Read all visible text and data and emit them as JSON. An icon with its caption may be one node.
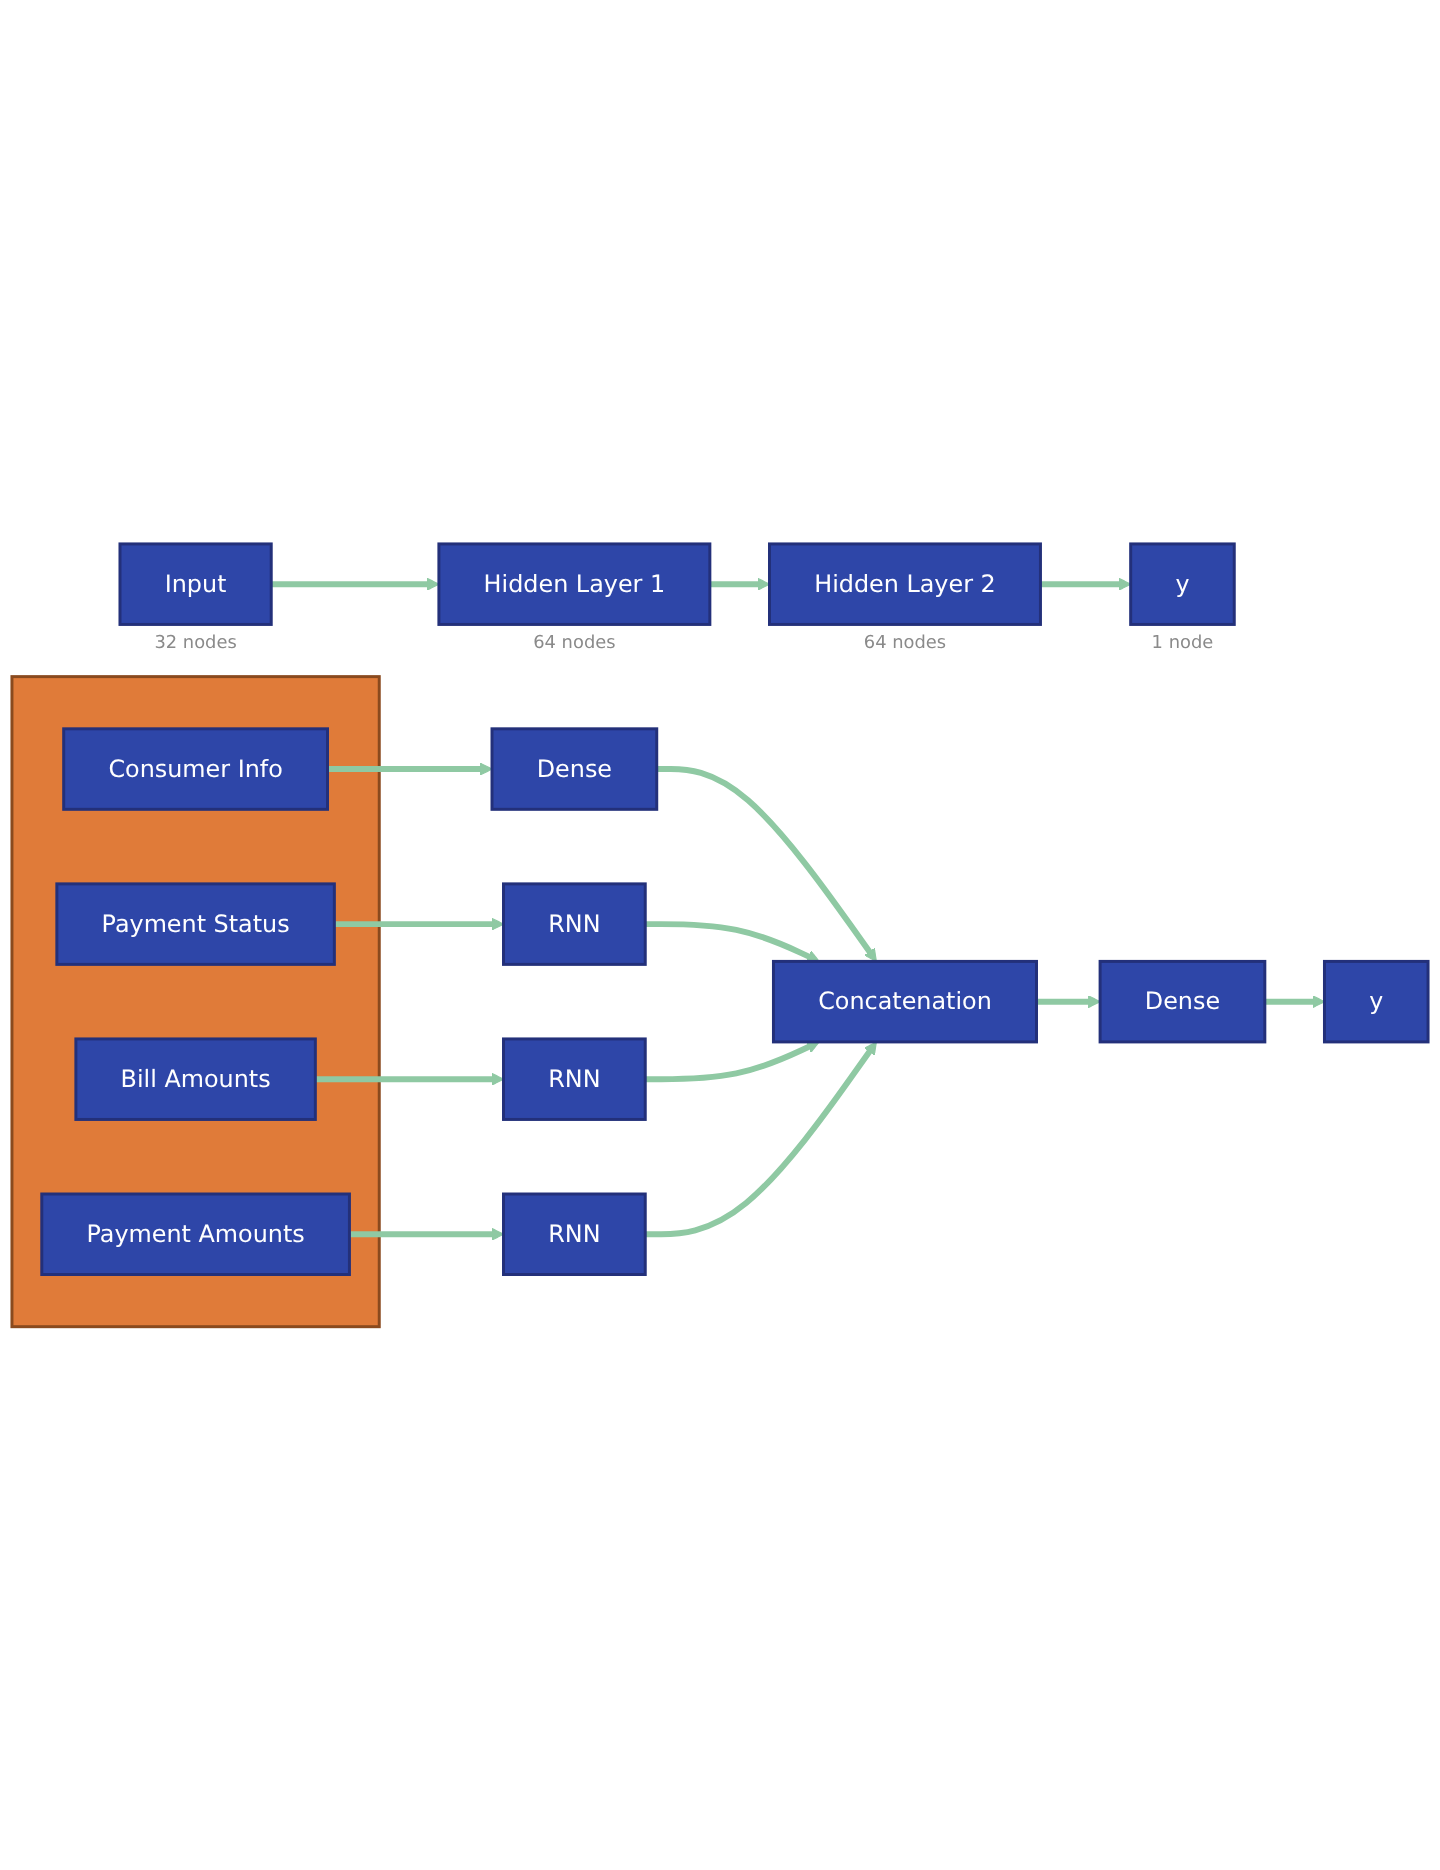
{
  "diagram": {
    "nodes": [
      {
        "text": [
          "Input"
        ],
        "beside": [
          "32 nodes"
        ]
      },
      {
        "text": [
          "Hidden Layer 1"
        ],
        "beside": [
          "64 nodes"
        ]
      },
      {
        "text": [
          "Hidden Layer 2"
        ],
        "beside": [
          "64 nodes"
        ]
      },
      {
        "text": [
          "y"
        ],
        "beside": [
          "1 node"
        ]
      },
      {
        "text": [],
        "shape": "box"
      },
      {
        "text": [
          "Consumer Info"
        ],
        "in": 4
      },
      {
        "text": [
          "Payment Status"
        ],
        "in": 4
      },
      {
        "text": [
          "Bill Amounts"
        ],
        "in": 4
      },
      {
        "text": [
          "Payment Amounts"
        ],
        "in": 4
      },
      {
        "text": [
          "Dense"
        ]
      },
      {
        "text": [
          "RNN"
        ]
      },
      {
        "text": [
          "RNN"
        ]
      },
      {
        "text": [
          "RNN"
        ]
      },
      {
        "text": [
          "Concatenation"
        ]
      },
      {
        "text": [
          "Dense"
        ]
      },
      {
        "text": [
          "y"
        ]
      }
    ],
    "edges": [
      {
        "from": 0,
        "to": 1,
        "arrow": "to"
      },
      {
        "from": 1,
        "to": 2,
        "arrow": "to"
      },
      {
        "from": 2,
        "to": 3,
        "arrow": "to"
      },
      {
        "from": 5,
        "to": 9,
        "arrow": "to"
      },
      {
        "from": 6,
        "to": 10,
        "arrow": "to"
      },
      {
        "from": 7,
        "to": 11,
        "arrow": "to"
      },
      {
        "from": 8,
        "to": 12,
        "arrow": "to"
      },
      {
        "from": 9,
        "to": 13,
        "arrow": "to"
      },
      {
        "from": 10,
        "to": 13,
        "arrow": "to"
      },
      {
        "from": 11,
        "to": 13,
        "arrow": "to"
      },
      {
        "from": 12,
        "to": 13,
        "arrow": "to"
      },
      {
        "from": 13,
        "to": 14,
        "arrow": "to"
      },
      {
        "from": 14,
        "to": 15,
        "arrow": "to"
      }
    ]
  }
}
